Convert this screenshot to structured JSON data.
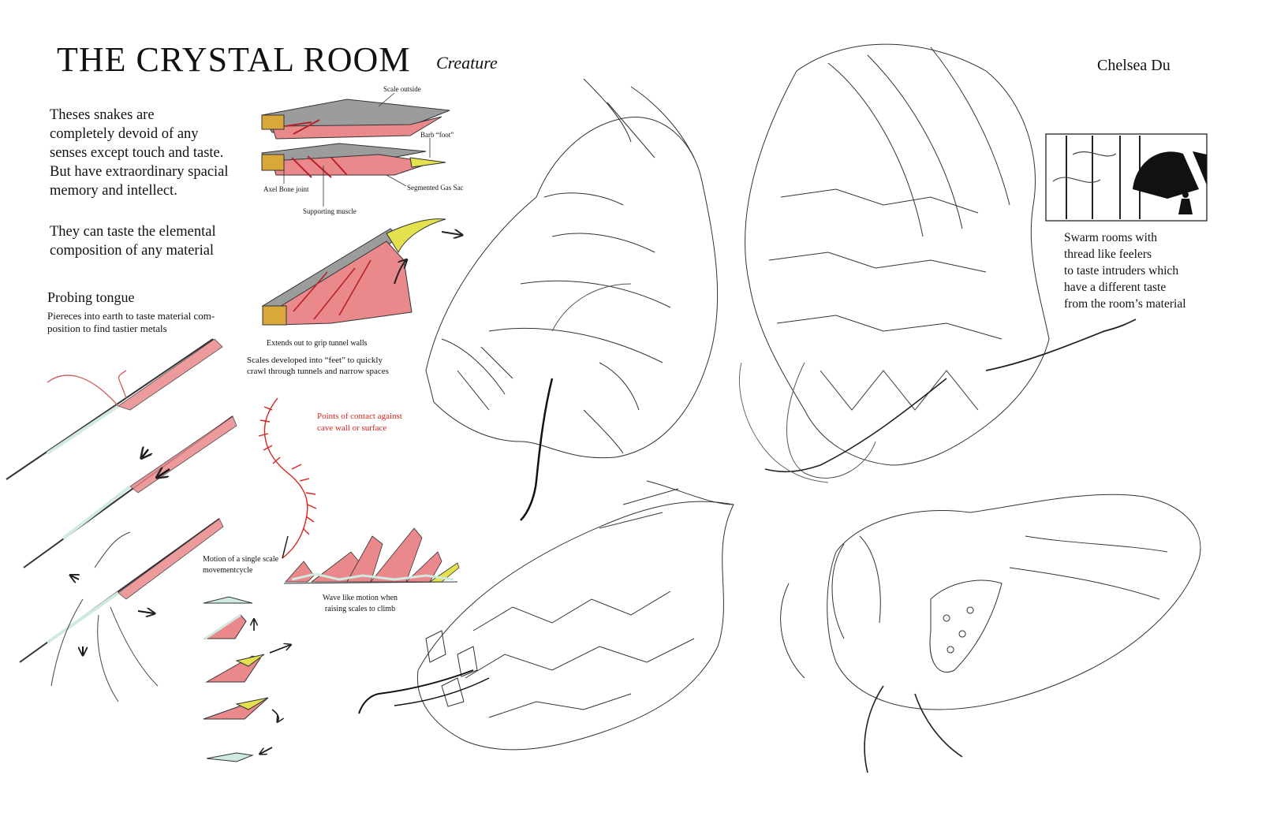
{
  "header": {
    "title": "THE CRYSTAL ROOM",
    "subtitle": "Creature",
    "author": "Chelsea Du"
  },
  "intro": {
    "paragraph1": [
      "Theses snakes are",
      "completely devoid of any",
      "senses except touch and taste.",
      "But have extraordinary spacial",
      "memory and intellect."
    ],
    "paragraph2": [
      "They can taste the elemental",
      "composition of any material"
    ]
  },
  "tongue": {
    "heading": "Probing tongue",
    "description": [
      "Piereces into earth to taste material com-",
      "position to find tastier metals"
    ]
  },
  "scale_anatomy": {
    "labels": {
      "scale_outside": "Scale outside",
      "barb_foot": "Barb “foot”",
      "axel_bone": "Axel Bone joint",
      "gas_sac": "Segmented Gas Sac",
      "muscle": "Supporting muscle"
    },
    "grip_caption": "Extends out to grip tunnel walls",
    "feet_caption": [
      "Scales developed into “feet” to quickly",
      "crawl through tunnels and narrow spaces"
    ]
  },
  "contact": {
    "caption": [
      "Points of contact against",
      "cave wall or surface"
    ]
  },
  "motion": {
    "single_scale": [
      "Motion of a single scale",
      "movementcycle"
    ],
    "wave": [
      "Wave like motion when",
      "raising scales to climb"
    ]
  },
  "swarm": {
    "caption": [
      "Swarm rooms with",
      "thread like feelers",
      "to taste intruders which",
      "have a different taste",
      "from the room’s material"
    ]
  },
  "colors": {
    "scale_grey": "#9b9d9c",
    "muscle_pink": "#e9898b",
    "bone_gold": "#d9a83a",
    "barb_yellow": "#e3e24e",
    "mint": "#cfeadf",
    "accent_red": "#d8231f"
  }
}
